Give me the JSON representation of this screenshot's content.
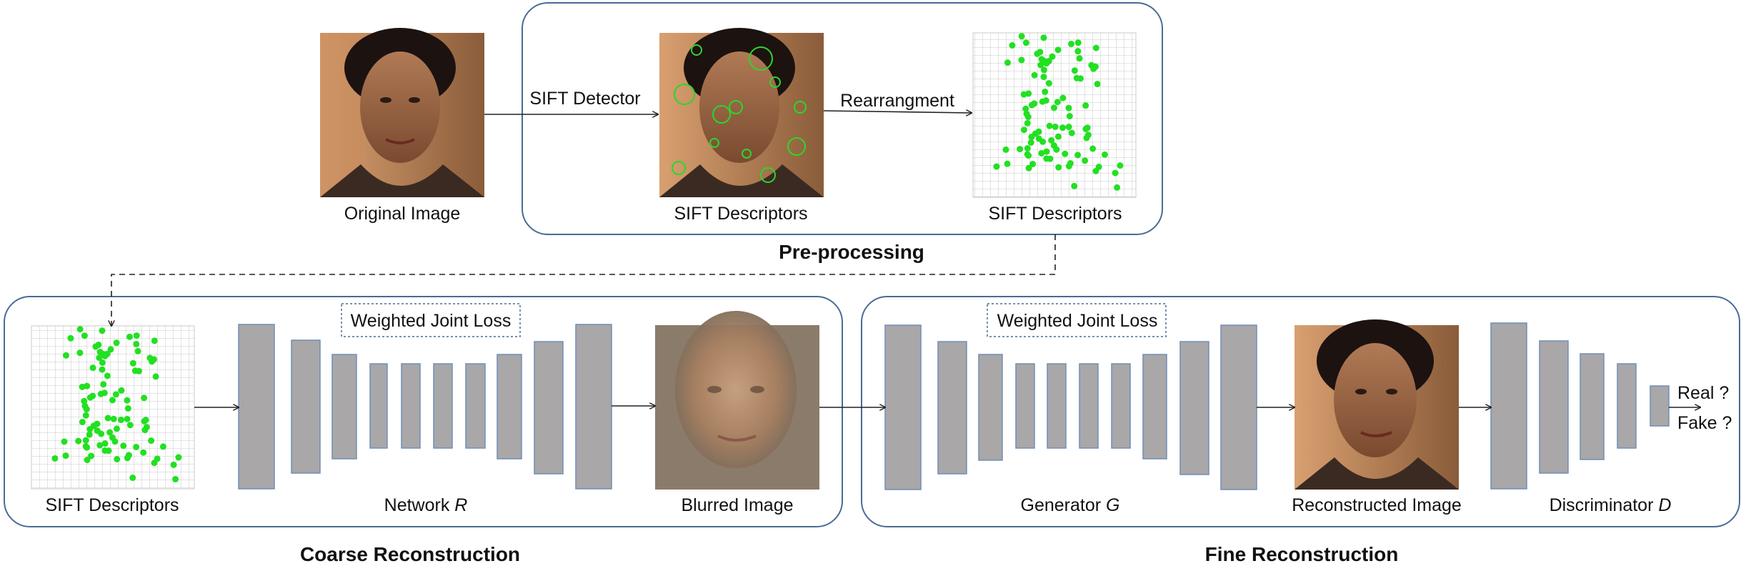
{
  "preprocessing": {
    "title": "Pre-processing",
    "original_label": "Original Image",
    "detector_label": "SIFT Detector",
    "descriptors_label_1": "SIFT Descriptors",
    "rearrange_label": "Rearrangment",
    "descriptors_label_2": "SIFT Descriptors"
  },
  "coarse": {
    "title": "Coarse Reconstruction",
    "input_label": "SIFT Descriptors",
    "loss_label": "Weighted Joint Loss",
    "network_label": "Network ",
    "network_symbol": "R",
    "output_label": "Blurred Image"
  },
  "fine": {
    "title": "Fine Reconstruction",
    "loss_label": "Weighted Joint Loss",
    "generator_label": "Generator ",
    "generator_symbol": "G",
    "output_label": "Reconstructed Image",
    "discriminator_label": "Discriminator ",
    "discriminator_symbol": "D",
    "real_label": "Real ?",
    "fake_label": "Fake ?"
  },
  "colors": {
    "panel_border": "#4a6b96",
    "layer_fill": "#a9a7a8",
    "keypoint": "#22e022",
    "grid": "#c8c8c8"
  }
}
